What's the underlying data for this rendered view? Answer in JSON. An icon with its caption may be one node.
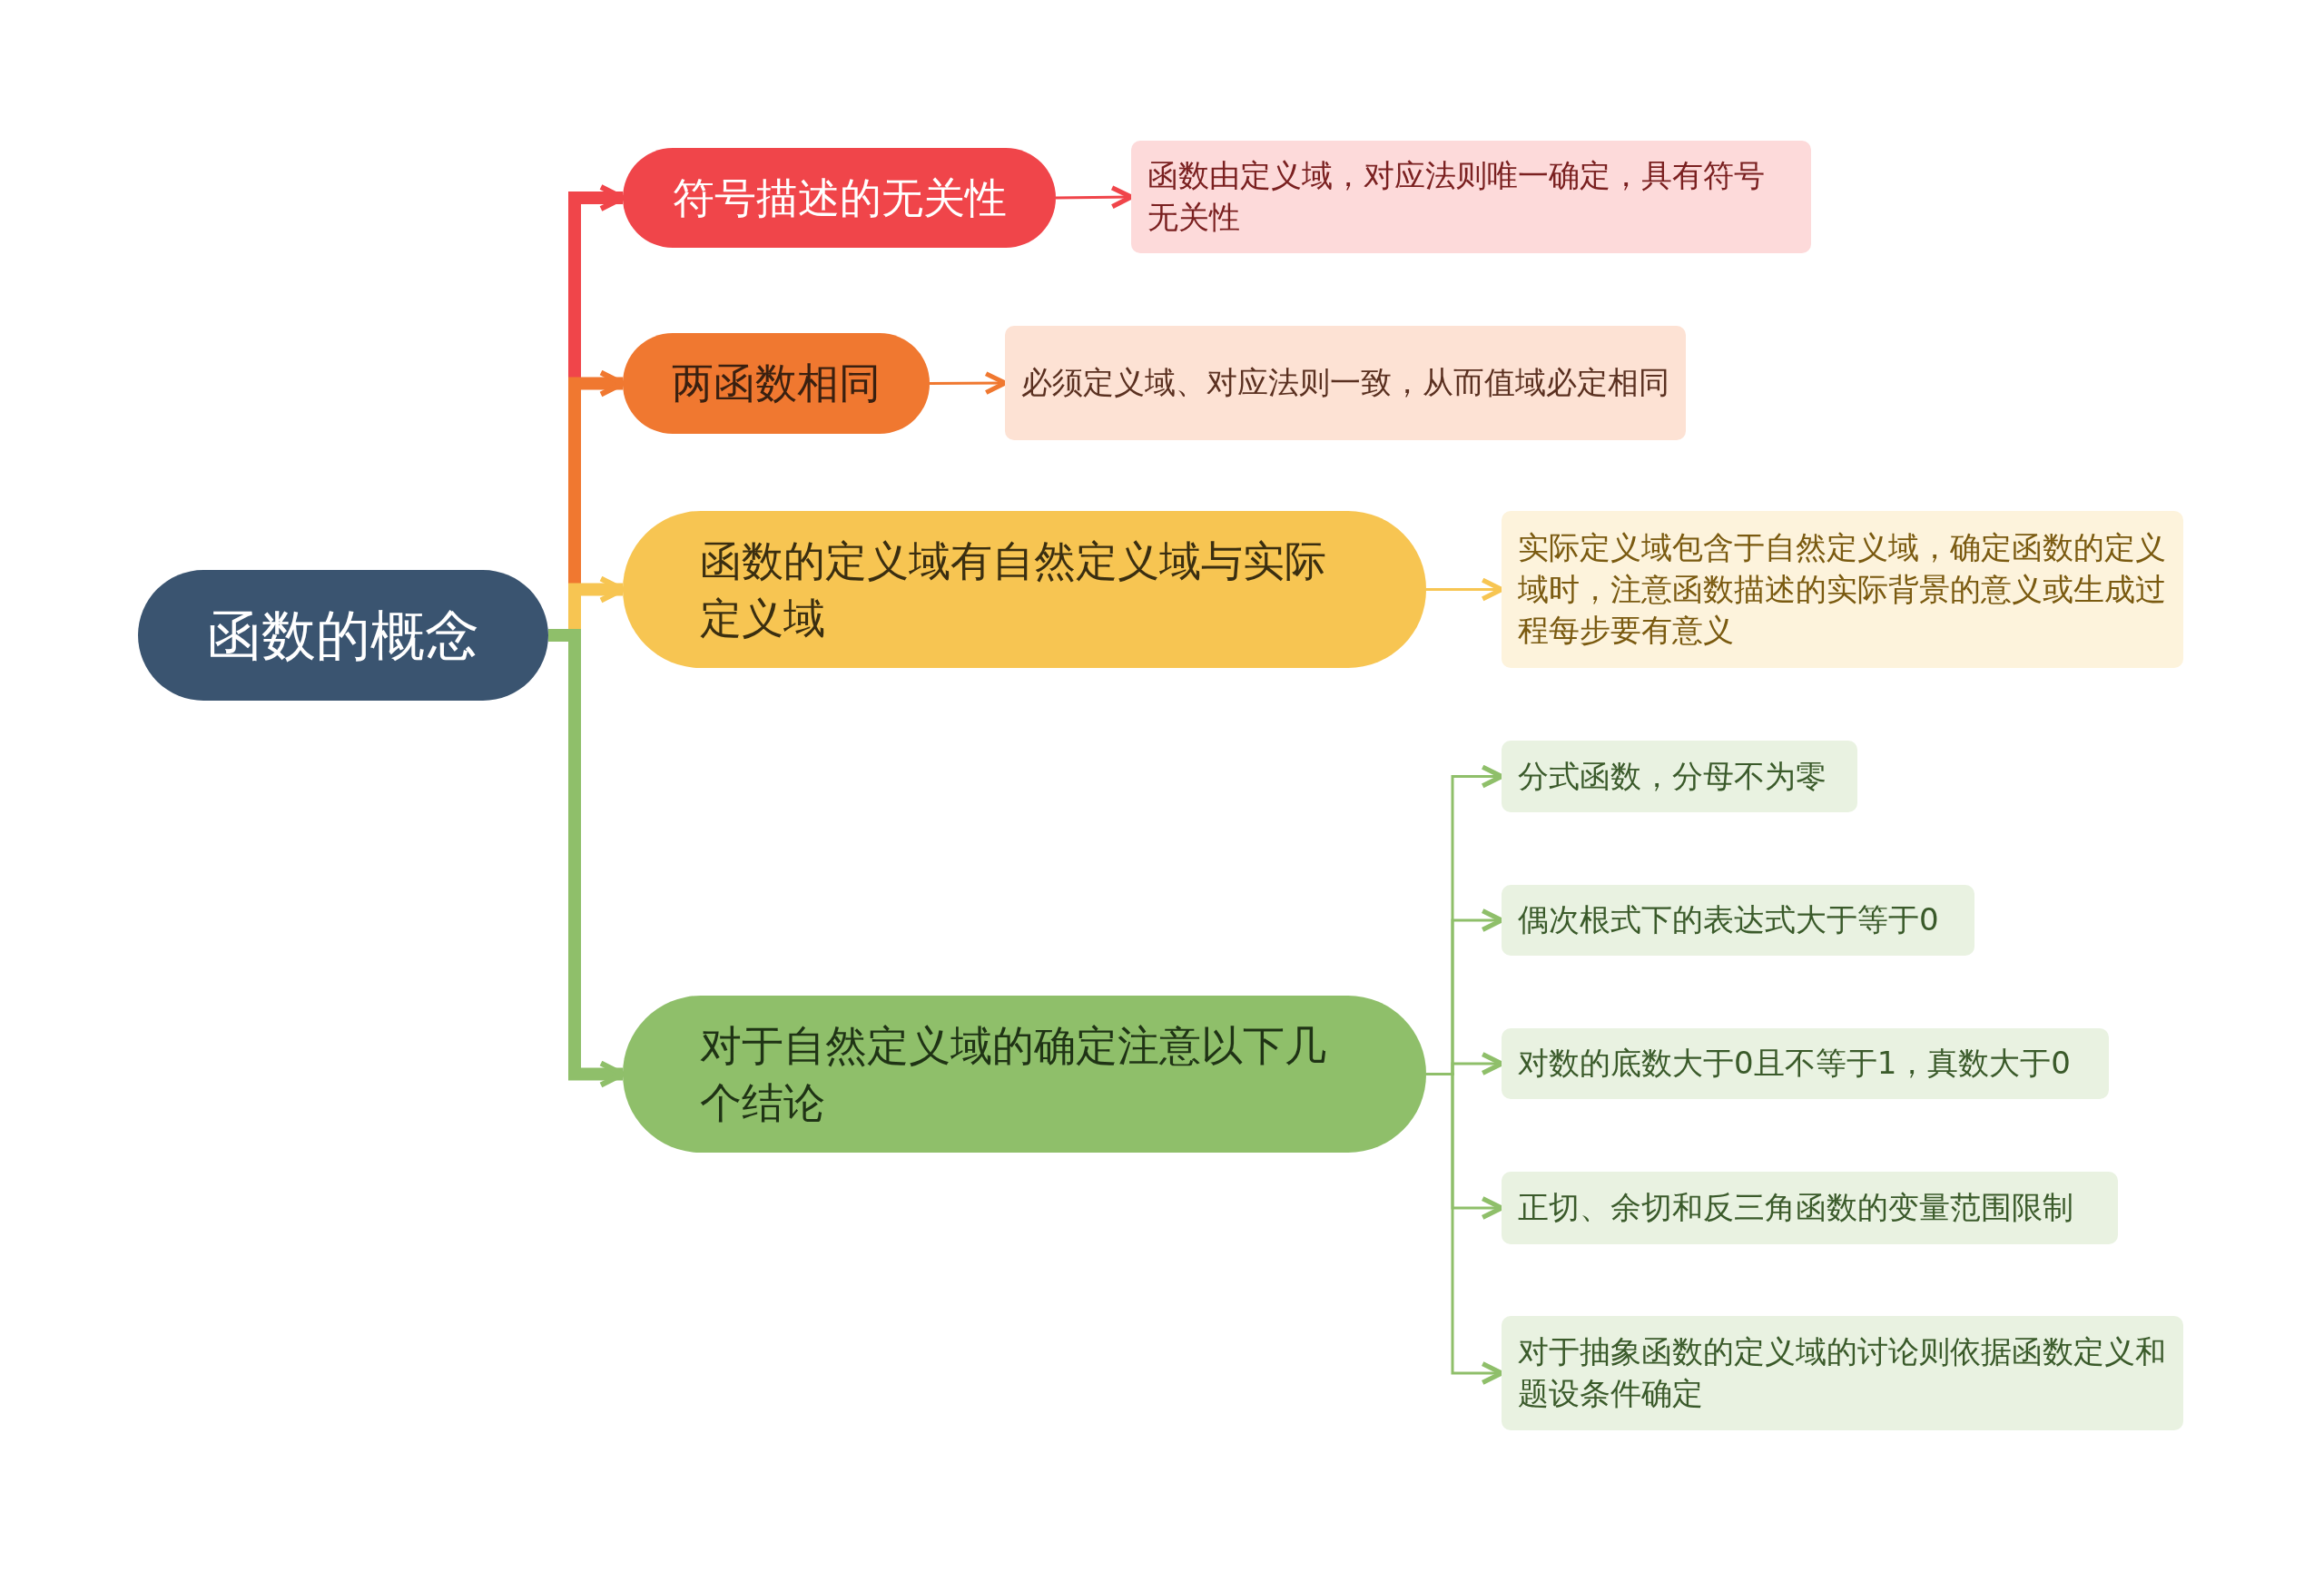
{
  "diagram": {
    "nodes": [
      {
        "text": [
          "函数的概念"
        ]
      },
      {
        "text": [
          "符号描述的无关性"
        ]
      },
      {
        "text": [
          "函数由定义域，对应法则唯一确定，具有符号无关性"
        ]
      },
      {
        "text": [
          "两函数相同"
        ]
      },
      {
        "text": [
          "必须定义域、对应法则一致，从而值域必定相同"
        ]
      },
      {
        "text": [
          "函数的定义域有自然定义域与实际定义域"
        ]
      },
      {
        "text": [
          "实际定义域包含于自然定义域，确定函数的定义域时，注意函数描述的实际背景的意义或生成过程每步要有意义"
        ]
      },
      {
        "text": [
          "对于自然定义域的确定注意以下几个结论"
        ]
      },
      {
        "text": [
          "分式函数，分母不为零"
        ]
      },
      {
        "text": [
          "偶次根式下的表达式大于等于0"
        ]
      },
      {
        "text": [
          "对数的底数大于0且不等于1，真数大于0"
        ]
      },
      {
        "text": [
          "正切、余切和反三角函数的变量范围限制"
        ]
      },
      {
        "text": [
          "对于抽象函数的定义域的讨论则依据函数定义和题设条件确定"
        ]
      }
    ],
    "edges": [
      {
        "from": 0,
        "to": 1,
        "arrow": "to",
        "style": "thick",
        "color": "#f0454a"
      },
      {
        "from": 0,
        "to": 3,
        "arrow": "to",
        "style": "thick",
        "color": "#f07830"
      },
      {
        "from": 0,
        "to": 5,
        "arrow": "to",
        "style": "thick",
        "color": "#f7c552"
      },
      {
        "from": 0,
        "to": 7,
        "arrow": "to",
        "style": "thick"
      },
      {
        "from": 1,
        "to": 2,
        "arrow": "to",
        "color": "#f0454a"
      },
      {
        "from": 3,
        "to": 4,
        "arrow": "to",
        "color": "#f07830"
      },
      {
        "from": 5,
        "to": 6,
        "arrow": "to",
        "color": "#f7c552"
      },
      {
        "from": 7,
        "to": 8,
        "arrow": "to"
      },
      {
        "from": 7,
        "to": 9,
        "arrow": "to"
      },
      {
        "from": 7,
        "to": 10,
        "arrow": "to"
      },
      {
        "from": 7,
        "to": 11,
        "arrow": "to"
      },
      {
        "from": 7,
        "to": 12,
        "arrow": "to"
      }
    ]
  }
}
